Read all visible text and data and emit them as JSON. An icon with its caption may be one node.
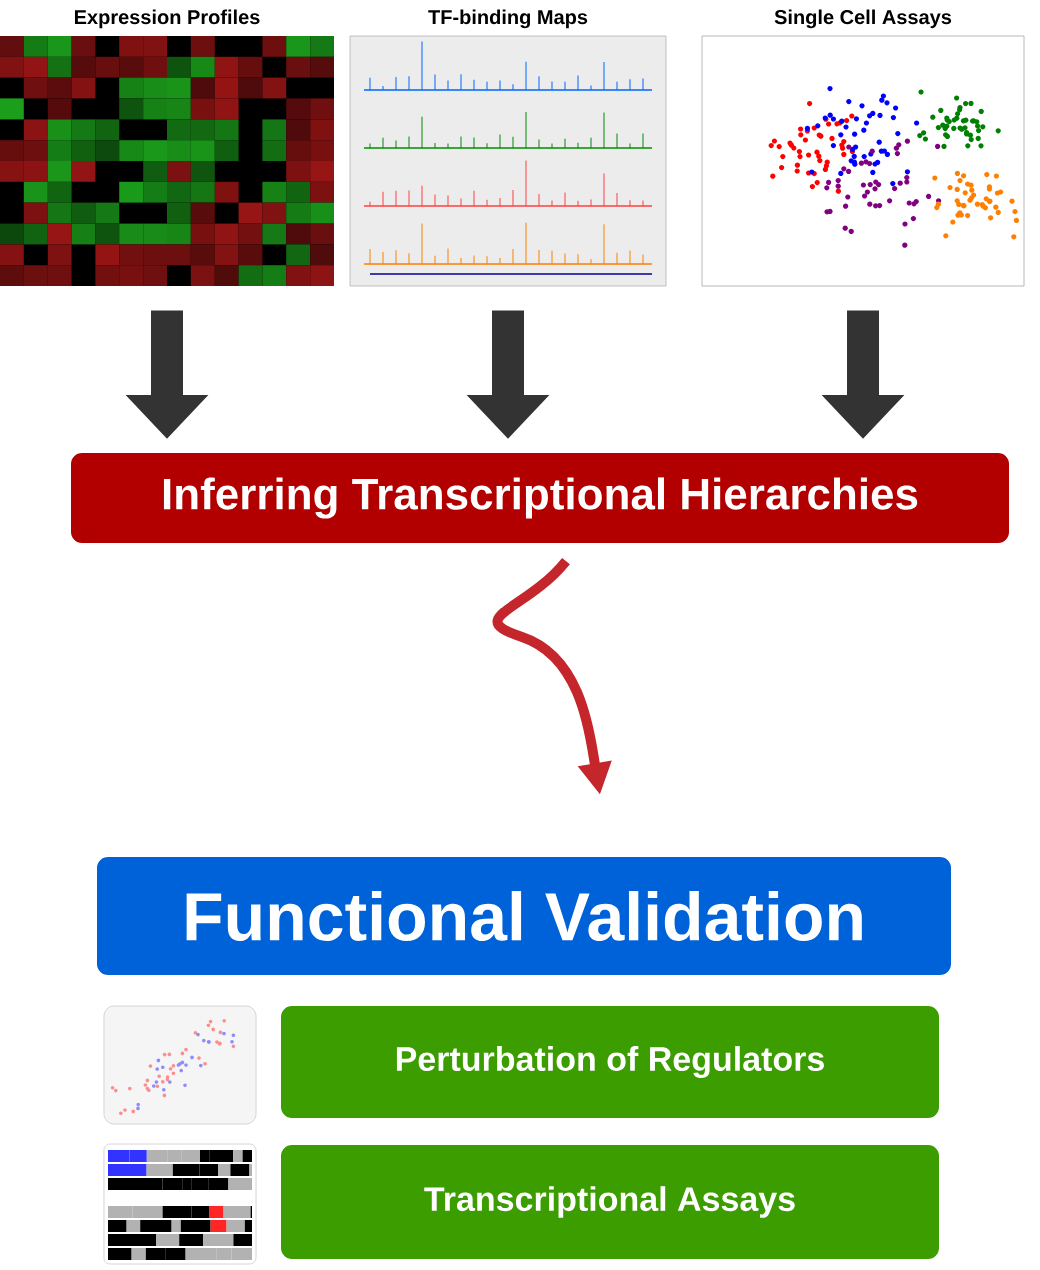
{
  "diagram": {
    "nodes": [
      {
        "text": [
          "Expression Profiles"
        ]
      },
      {
        "text": [
          "TF-binding Maps"
        ]
      },
      {
        "text": [
          "Single Cell Assays"
        ]
      },
      {
        "text": [
          "Inferring Transcriptional Hierarchies"
        ]
      },
      {
        "text": [
          "Functional Validation"
        ]
      },
      {
        "text": [
          "Perturbation of Regulators"
        ]
      },
      {
        "text": [
          "Transcriptional Assays"
        ]
      }
    ],
    "edges": [
      {
        "from": 0,
        "to": 3,
        "arrow": "to"
      },
      {
        "from": 1,
        "to": 3,
        "arrow": "to"
      },
      {
        "from": 2,
        "to": 3,
        "arrow": "to"
      },
      {
        "from": 3,
        "to": 4,
        "arrow": "to",
        "color": "#c4262b"
      }
    ]
  }
}
